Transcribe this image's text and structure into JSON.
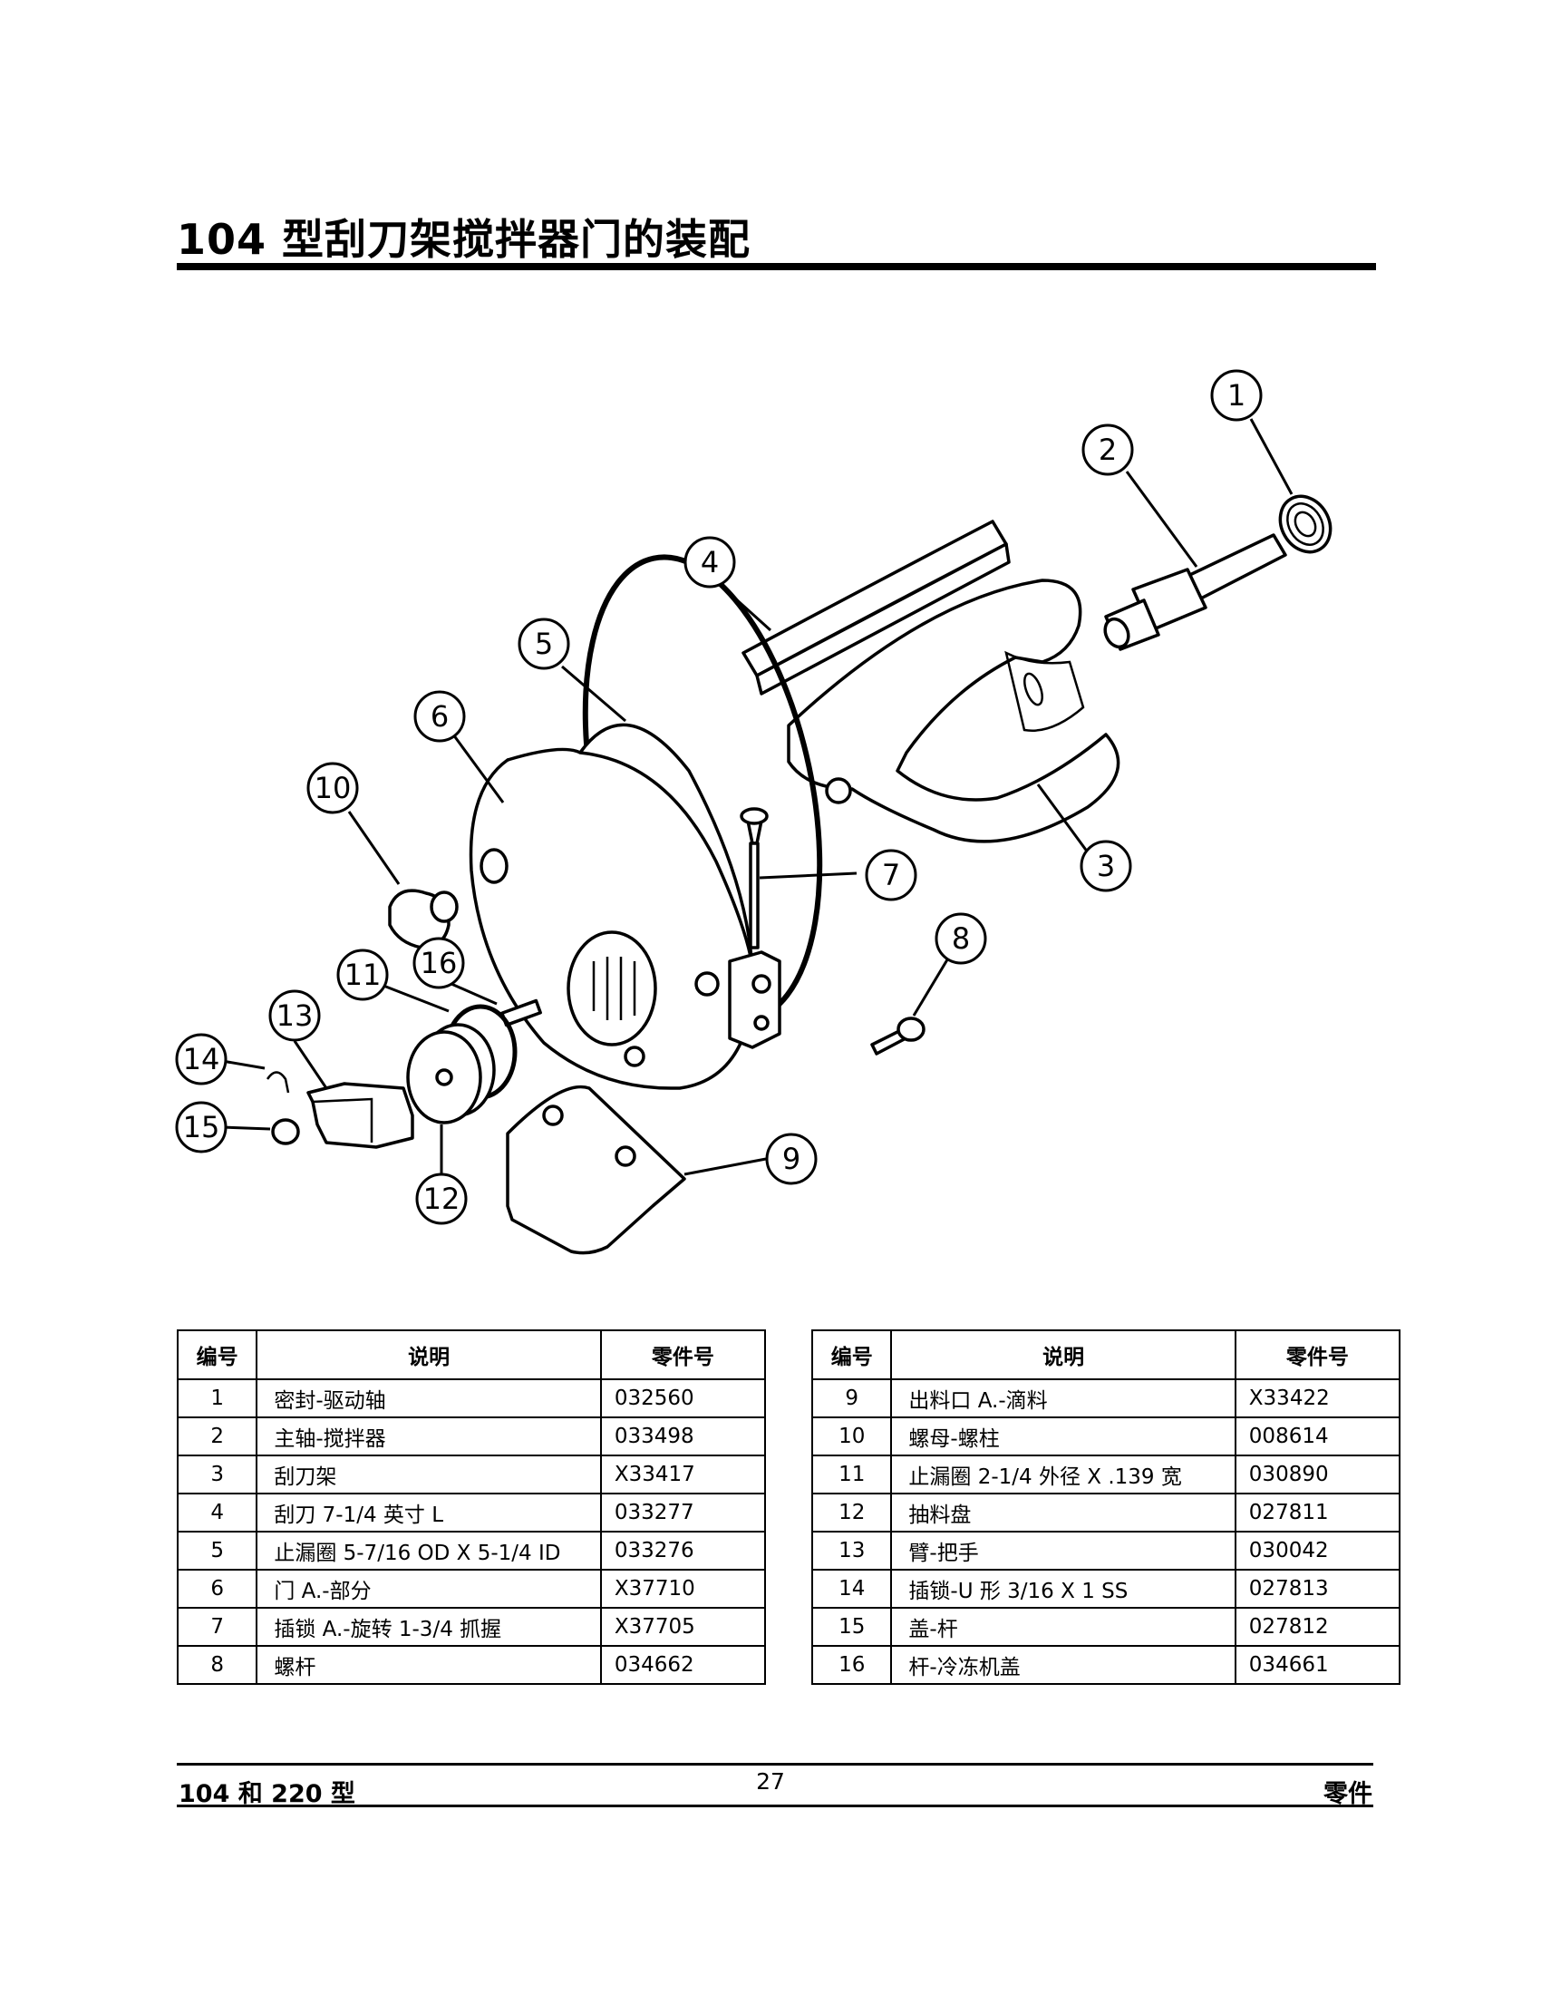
{
  "page": {
    "title": "104 型刮刀架搅拌器门的装配"
  },
  "diagram": {
    "callouts": [
      "1",
      "2",
      "3",
      "4",
      "5",
      "6",
      "7",
      "8",
      "9",
      "10",
      "11",
      "12",
      "13",
      "14",
      "15",
      "16"
    ]
  },
  "parts_table": {
    "headers": [
      "编号",
      "说明",
      "零件号"
    ],
    "left_rows": [
      {
        "num": "1",
        "desc": "密封-驱动轴",
        "pn": "032560"
      },
      {
        "num": "2",
        "desc": "主轴-搅拌器",
        "pn": "033498"
      },
      {
        "num": "3",
        "desc": "刮刀架",
        "pn": "X33417"
      },
      {
        "num": "4",
        "desc": "刮刀 7-1/4 英寸 L",
        "pn": "033277"
      },
      {
        "num": "5",
        "desc": "止漏圈 5-7/16 OD X 5-1/4 ID",
        "pn": "033276"
      },
      {
        "num": "6",
        "desc": "门 A.-部分",
        "pn": "X37710"
      },
      {
        "num": "7",
        "desc": "插锁 A.-旋转 1-3/4 抓握",
        "pn": "X37705"
      },
      {
        "num": "8",
        "desc": "螺杆",
        "pn": "034662"
      }
    ],
    "right_rows": [
      {
        "num": "9",
        "desc": "出料口 A.-滴料",
        "pn": "X33422"
      },
      {
        "num": "10",
        "desc": "螺母-螺柱",
        "pn": "008614"
      },
      {
        "num": "11",
        "desc": "止漏圈 2-1/4 外径 X .139 宽",
        "pn": "030890"
      },
      {
        "num": "12",
        "desc": "抽料盘",
        "pn": "027811"
      },
      {
        "num": "13",
        "desc": "臂-把手",
        "pn": "030042"
      },
      {
        "num": "14",
        "desc": "插锁-U 形 3/16 X 1 SS",
        "pn": "027813"
      },
      {
        "num": "15",
        "desc": "盖-杆",
        "pn": "027812"
      },
      {
        "num": "16",
        "desc": "杆-冷冻机盖",
        "pn": "034661"
      }
    ]
  },
  "footer": {
    "left": "104 和 220 型",
    "page_number": "27",
    "right": "零件"
  }
}
